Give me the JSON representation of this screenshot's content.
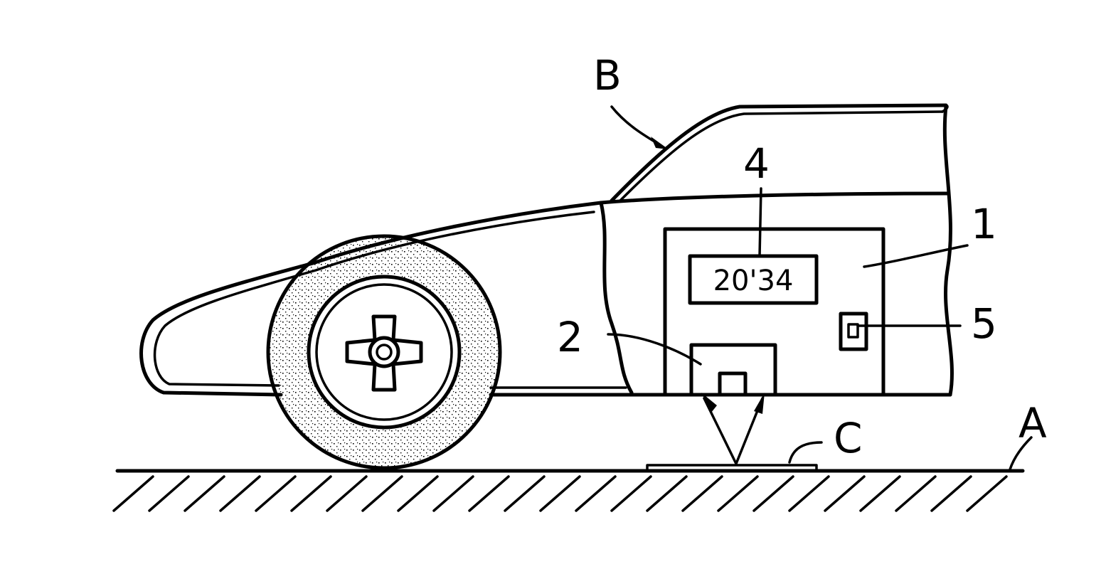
{
  "diagram": {
    "labels": {
      "road_surface": "A",
      "vehicle": "B",
      "road_marker": "C",
      "device_unit": "1",
      "sensor": "2",
      "display": "4",
      "switch": "5"
    },
    "display_reading": "20'34"
  }
}
